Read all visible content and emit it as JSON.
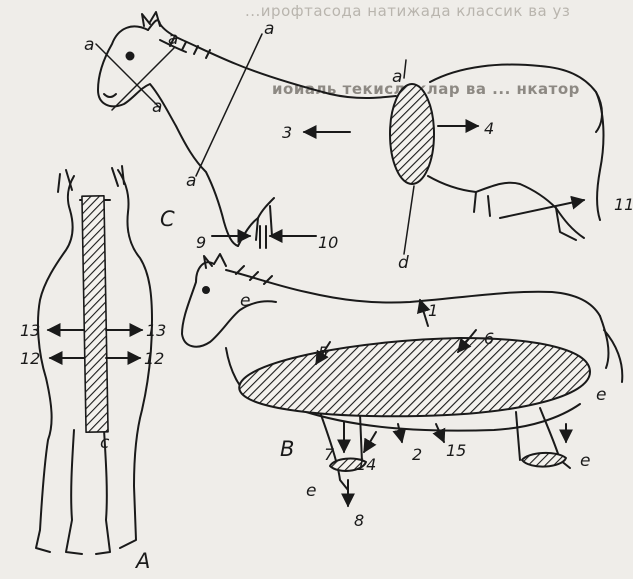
{
  "page_colors": {
    "paper": "#efede9",
    "ink": "#1a1a1a",
    "faded_text": "#b9b5ae"
  },
  "figure": {
    "panel_labels": {
      "A": "A",
      "B": "B",
      "C": "C"
    },
    "plane_labels": {
      "a": "a",
      "c": "c",
      "d": "d",
      "e": "e"
    },
    "arrow_numbers": [
      "1",
      "2",
      "3",
      "4",
      "5",
      "6",
      "7",
      "8",
      "9",
      "10",
      "11",
      "12",
      "13",
      "14",
      "15"
    ]
  },
  "background_text": {
    "line_0": "...ирофтасода   натижада   классик   ва   уз",
    "line_1": "иоиаль   текисликлар   ва   ... нкатор"
  }
}
